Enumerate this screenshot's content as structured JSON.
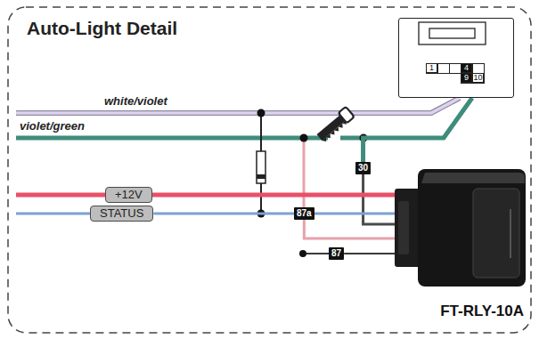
{
  "diagram": {
    "title": "Auto-Light Detail",
    "nodes": [
      {
        "text": [
          "1",
          "4",
          "9",
          "10"
        ]
      },
      {
        "text": [
          "30"
        ]
      },
      {
        "text": [
          "+12V"
        ]
      },
      {
        "text": [
          "STATUS"
        ]
      },
      {
        "text": [
          "87a"
        ]
      },
      {
        "text": [
          "87"
        ]
      },
      {
        "text": [
          "FT-RLY-10A"
        ]
      }
    ],
    "edges": [
      {
        "from": 0,
        "to": 1,
        "arrow": "none"
      },
      {
        "from": 1,
        "to": 6,
        "arrow": "none"
      },
      {
        "from": 2,
        "to": 6,
        "arrow": "none"
      },
      {
        "from": 3,
        "to": 6,
        "arrow": "none"
      },
      {
        "from": 4,
        "to": 6,
        "arrow": "none"
      },
      {
        "from": 5,
        "to": 6,
        "arrow": "none"
      }
    ],
    "labels": [
      "white/violet",
      "violet/green"
    ]
  }
}
